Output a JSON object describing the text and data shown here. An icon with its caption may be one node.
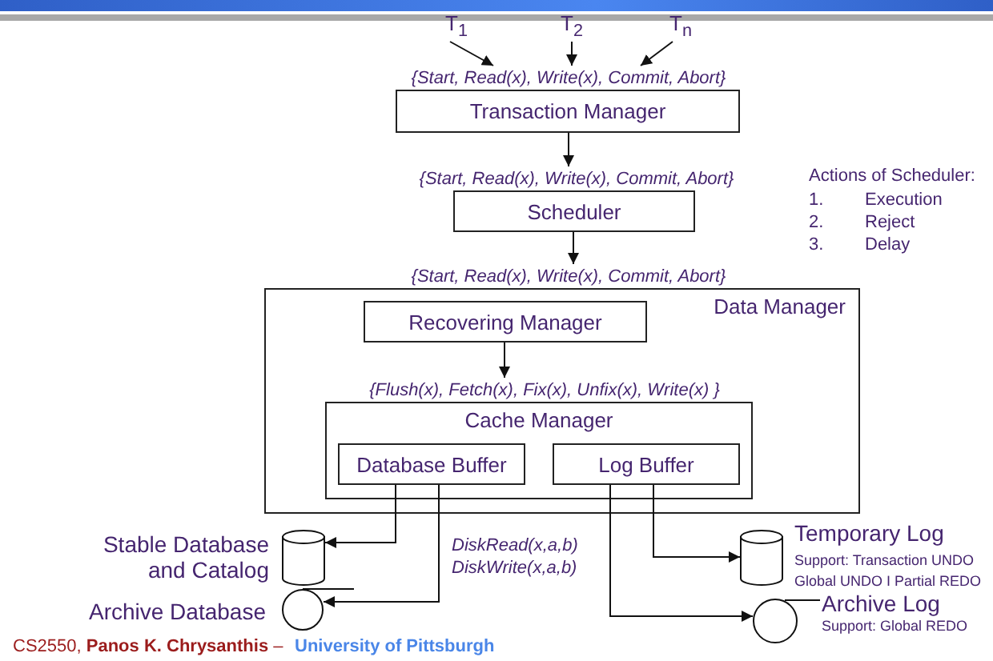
{
  "diagram": {
    "nodes": [
      {
        "text": [
          "T$_{1}$"
        ]
      },
      {
        "text": [
          "T$_{2}$"
        ]
      },
      {
        "text": [
          "T$_{n}$"
        ]
      },
      {
        "text": [
          "{Start, Read(x), Write(x), Commit, Abort}"
        ]
      },
      {
        "text": [
          "Transaction Manager"
        ]
      },
      {
        "text": [
          "{Start, Read(x), Write(x), Commit, Abort}"
        ]
      },
      {
        "text": [
          "Scheduler"
        ]
      },
      {
        "text": [
          "{Start, Read(x), Write(x), Commit, Abort}"
        ]
      },
      {
        "text": [
          "Data Manager"
        ]
      },
      {
        "text": [
          "Recovering Manager"
        ],
        "in": 8
      },
      {
        "text": [
          "{Flush(x), Fetch(x), Fix(x), Unfix(x), Write(x) }"
        ],
        "in": 8
      },
      {
        "text": [
          "Cache Manager"
        ],
        "in": 8
      },
      {
        "text": [
          "Database Buffer"
        ],
        "in": 11
      },
      {
        "text": [
          "Log Buffer"
        ],
        "in": 11
      },
      {
        "text": [],
        "shape": "cylinder",
        "beside": [
          "Stable Database and Catalog"
        ]
      },
      {
        "text": [],
        "shape": "circle",
        "beside": [
          "Archive Database"
        ]
      },
      {
        "text": [],
        "shape": "cylinder",
        "beside": [
          "Temporary Log",
          "Support: Transaction UNDO",
          "Global UNDO I Partial REDO"
        ]
      },
      {
        "text": [],
        "shape": "circle",
        "beside": [
          "Archive Log",
          "Support: Global REDO"
        ]
      }
    ],
    "edges": [
      {
        "from": 0,
        "to": 3,
        "arrow": "to"
      },
      {
        "from": 1,
        "to": 3,
        "arrow": "to"
      },
      {
        "from": 2,
        "to": 3,
        "arrow": "to"
      },
      {
        "from": 4,
        "to": 5,
        "arrow": "to"
      },
      {
        "from": 6,
        "to": 7,
        "arrow": "to"
      },
      {
        "from": 9,
        "to": 10,
        "arrow": "to"
      },
      {
        "from": 12,
        "to": 14,
        "arrow": "to"
      },
      {
        "from": 12,
        "to": 15,
        "arrow": "to"
      },
      {
        "from": 13,
        "to": 16,
        "arrow": "to"
      },
      {
        "from": 13,
        "to": 17,
        "arrow": "to"
      }
    ],
    "labels": [
      "Actions of Scheduler:",
      "1.",
      "Execution",
      "2.",
      "Reject",
      "3.",
      "Delay",
      "DiskRead(x,a,b)",
      "DiskWrite(x,a,b)",
      "CS2550, **Panos K. Chrysanthis** –",
      "University of Pittsburgh"
    ]
  }
}
